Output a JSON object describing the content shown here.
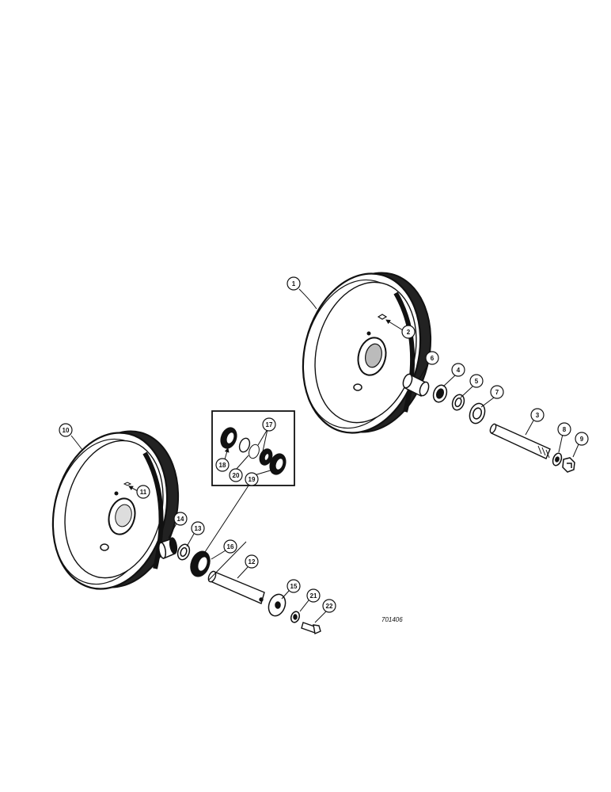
{
  "figure_number": "701406",
  "callouts": {
    "c1": "1",
    "c2": "2",
    "c3": "3",
    "c4": "4",
    "c5": "5",
    "c6": "6",
    "c7": "7",
    "c8": "8",
    "c9": "9",
    "c10": "10",
    "c11": "11",
    "c12": "12",
    "c13": "13",
    "c14": "14",
    "c15": "15",
    "c16": "16",
    "c17": "17",
    "c18": "18",
    "c19": "19",
    "c20": "20",
    "c21": "21",
    "c22": "22"
  }
}
